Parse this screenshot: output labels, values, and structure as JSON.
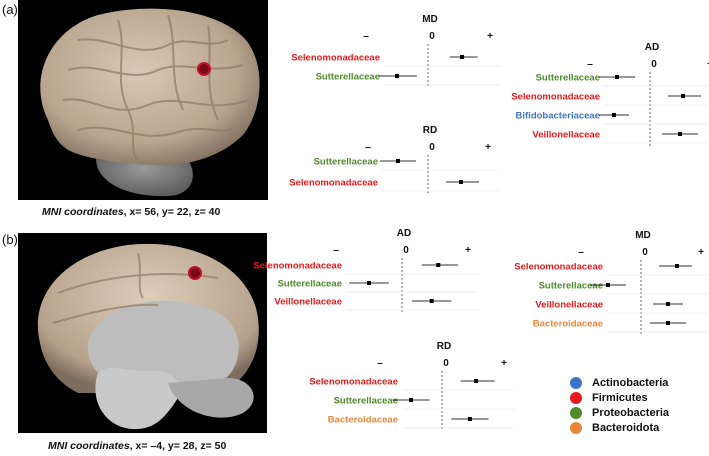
{
  "colors": {
    "Actinobacteria": "#3e73c7",
    "Firmicutes": "#e8191b",
    "Proteobacteria": "#4f8a2b",
    "Bacteroidota": "#e8883a"
  },
  "panels": [
    {
      "label": "(a)",
      "caption_italic": "MNI coordinates",
      "caption_rest": ", x= 56, y= 22, z= 40"
    },
    {
      "label": "(b)",
      "caption_italic": "MNI coordinates",
      "caption_rest": ", x= –4, y= 28, z= 50"
    }
  ],
  "signs": {
    "minus": "–",
    "zero": "0",
    "plus": "+"
  },
  "forest_plots": [
    {
      "title": "MD",
      "rows": [
        {
          "taxon": "Selenomonadaceae",
          "phylum": "Firmicutes",
          "estimate": 0.55,
          "ci": [
            0.35,
            0.8
          ]
        },
        {
          "taxon": "Sutterellaceae",
          "phylum": "Proteobacteria",
          "estimate": -0.5,
          "ci": [
            -0.8,
            -0.18
          ]
        }
      ]
    },
    {
      "title": "AD",
      "rows": [
        {
          "taxon": "Sutterellaceae",
          "phylum": "Proteobacteria",
          "estimate": -0.55,
          "ci": [
            -0.85,
            -0.25
          ]
        },
        {
          "taxon": "Selenomonadaceae",
          "phylum": "Firmicutes",
          "estimate": 0.55,
          "ci": [
            0.3,
            0.85
          ]
        },
        {
          "taxon": "Bifidobacteriaceae",
          "phylum": "Actinobacteria",
          "estimate": -0.6,
          "ci": [
            -0.85,
            -0.35
          ]
        },
        {
          "taxon": "Veillonellaceae",
          "phylum": "Firmicutes",
          "estimate": 0.5,
          "ci": [
            0.2,
            0.8
          ]
        }
      ]
    },
    {
      "title": "RD",
      "rows": [
        {
          "taxon": "Sutterellaceae",
          "phylum": "Proteobacteria",
          "estimate": -0.5,
          "ci": [
            -0.8,
            -0.2
          ]
        },
        {
          "taxon": "Selenomonadaceae",
          "phylum": "Firmicutes",
          "estimate": 0.55,
          "ci": [
            0.3,
            0.85
          ]
        }
      ]
    },
    {
      "title": "AD",
      "rows": [
        {
          "taxon": "Selenomonadaceae",
          "phylum": "Firmicutes",
          "estimate": 0.55,
          "ci": [
            0.3,
            0.85
          ]
        },
        {
          "taxon": "Sutterellaceae",
          "phylum": "Proteobacteria",
          "estimate": -0.5,
          "ci": [
            -0.8,
            -0.2
          ]
        },
        {
          "taxon": "Veillonellaceae",
          "phylum": "Firmicutes",
          "estimate": 0.45,
          "ci": [
            0.15,
            0.75
          ]
        }
      ]
    },
    {
      "title": "MD",
      "rows": [
        {
          "taxon": "Selenomonadaceae",
          "phylum": "Firmicutes",
          "estimate": 0.6,
          "ci": [
            0.3,
            0.85
          ]
        },
        {
          "taxon": "Sutterellaceae",
          "phylum": "Proteobacteria",
          "estimate": -0.55,
          "ci": [
            -0.85,
            -0.25
          ]
        },
        {
          "taxon": "Veillonellaceae",
          "phylum": "Firmicutes",
          "estimate": 0.45,
          "ci": [
            0.2,
            0.7
          ]
        },
        {
          "taxon": "Bacteroidaceae",
          "phylum": "Bacteroidota",
          "estimate": 0.45,
          "ci": [
            0.15,
            0.75
          ]
        }
      ]
    },
    {
      "title": "RD",
      "rows": [
        {
          "taxon": "Selenomonadaceae",
          "phylum": "Firmicutes",
          "estimate": 0.55,
          "ci": [
            0.3,
            0.85
          ]
        },
        {
          "taxon": "Sutterellaceae",
          "phylum": "Proteobacteria",
          "estimate": -0.5,
          "ci": [
            -0.8,
            -0.2
          ]
        },
        {
          "taxon": "Bacteroidaceae",
          "phylum": "Bacteroidota",
          "estimate": 0.45,
          "ci": [
            0.15,
            0.75
          ]
        }
      ]
    }
  ],
  "legend": [
    {
      "label": "Actinobacteria",
      "color": "#3e73c7"
    },
    {
      "label": "Firmicutes",
      "color": "#e8191b"
    },
    {
      "label": "Proteobacteria",
      "color": "#4f8a2b"
    },
    {
      "label": "Bacteroidota",
      "color": "#e8883a"
    }
  ]
}
